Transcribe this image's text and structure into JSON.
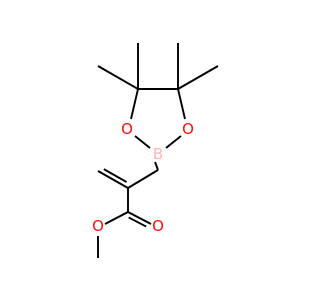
{
  "molecule": {
    "atoms": [
      {
        "id": "C1",
        "element": "C",
        "label": ""
      },
      {
        "id": "C2",
        "element": "C",
        "label": ""
      },
      {
        "id": "C3",
        "element": "C",
        "label": ""
      },
      {
        "id": "C4",
        "element": "C",
        "label": ""
      },
      {
        "id": "C5",
        "element": "C",
        "label": ""
      },
      {
        "id": "C6",
        "element": "C",
        "label": ""
      },
      {
        "id": "O1",
        "element": "O",
        "label": "O"
      },
      {
        "id": "O2",
        "element": "O",
        "label": "O"
      },
      {
        "id": "B1",
        "element": "B",
        "label": "B"
      },
      {
        "id": "C7",
        "element": "C",
        "label": ""
      },
      {
        "id": "C8",
        "element": "C",
        "label": ""
      },
      {
        "id": "C9",
        "element": "C",
        "label": ""
      },
      {
        "id": "C10",
        "element": "C",
        "label": ""
      },
      {
        "id": "O3",
        "element": "O",
        "label": "O"
      },
      {
        "id": "O4",
        "element": "O",
        "label": "O"
      },
      {
        "id": "C11",
        "element": "C",
        "label": ""
      }
    ],
    "bonds": [
      {
        "a": "C1",
        "b": "C2",
        "order": 1
      },
      {
        "a": "C2",
        "b": "C3",
        "order": 1
      },
      {
        "a": "C2",
        "b": "C5",
        "order": 1
      },
      {
        "a": "C5",
        "b": "C4",
        "order": 1
      },
      {
        "a": "C5",
        "b": "C6",
        "order": 1
      },
      {
        "a": "C2",
        "b": "O1",
        "order": 1
      },
      {
        "a": "C5",
        "b": "O2",
        "order": 1
      },
      {
        "a": "O1",
        "b": "B1",
        "order": 1
      },
      {
        "a": "O2",
        "b": "B1",
        "order": 1
      },
      {
        "a": "B1",
        "b": "C7",
        "order": 1
      },
      {
        "a": "C7",
        "b": "C8",
        "order": 1
      },
      {
        "a": "C8",
        "b": "C9",
        "order": 2
      },
      {
        "a": "C8",
        "b": "C10",
        "order": 1
      },
      {
        "a": "C10",
        "b": "O3",
        "order": 2
      },
      {
        "a": "C10",
        "b": "O4",
        "order": 1
      },
      {
        "a": "O4",
        "b": "C11",
        "order": 1
      }
    ]
  },
  "colors": {
    "bond": "#000000",
    "carbon": "#000000",
    "oxygen": "#ff0d0d",
    "boron": "#ffb5b5",
    "background": "#ffffff"
  }
}
